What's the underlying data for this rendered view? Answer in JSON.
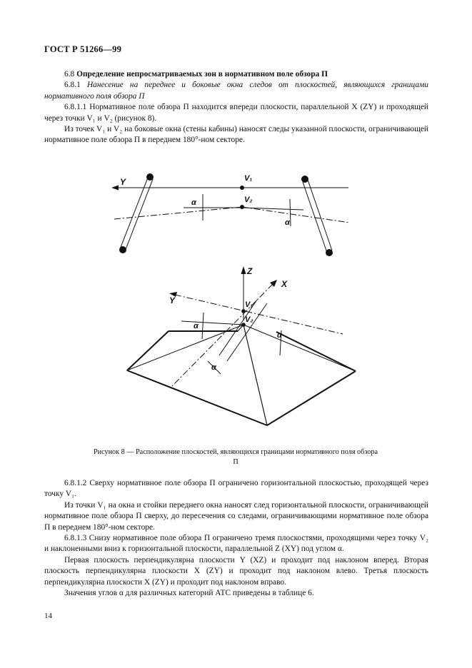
{
  "header": {
    "standard_id": "ГОСТ Р 51266—99"
  },
  "section": {
    "number": "6.8",
    "title": "Определение непросматриваемых зон в нормативном поле обзора П"
  },
  "p_6_8_1": {
    "number": "6.8.1",
    "text": "Нанесение на переднее и боковые окна следов от плоскостей, являющихся границами нормативного поля обзора П"
  },
  "p_6_8_1_1": {
    "text": "6.8.1.1 Нормативное поле обзора П находится впереди плоскости, параллельной X (ZY) и проходящей через точки V₁ и V₂ (рисунок 8)."
  },
  "p_from_points": {
    "text": "Из точек V₁ и V₂ на боковые окна (стены кабины) наносят следы указанной плоскости, ограничивающей нормативное поле обзора П в переднем 180°-ном секторе."
  },
  "figure": {
    "labels": {
      "y": "Y",
      "x": "X",
      "z": "Z",
      "v1": "V₁",
      "v2": "V₂",
      "alpha": "α"
    },
    "caption": "Рисунок 8 — Расположение плоскостей, являющихся границами нормативного поля обзора П"
  },
  "p_6_8_1_2": {
    "text": "6.8.1.2 Сверху нормативное поле обзора П ограничено горизонтальной плоскостью, проходящей через точку V₁."
  },
  "p_upper": {
    "text": "Из точки V₁ на окна и стойки переднего окна наносят след горизонтальной плоскости, ограничивающей нормативное поле обзора П сверху, до пересечения со следами, ограничивающими нормативное поле обзора П в переднем 180°-ном секторе."
  },
  "p_6_8_1_3": {
    "text": "6.8.1.3 Снизу нормативное поле обзора П ограничено тремя плоскостями, проходящими через точку V₂ и наклоненными вниз к горизонтальной плоскости, параллельной Z (XY) под углом α."
  },
  "p_planes": {
    "text": "Первая плоскость перпендикулярна плоскости Y (XZ) и проходит под наклоном вперед. Вторая плоскость перпендикулярна плоскости X (ZY) и проходит под наклоном влево. Третья плоскость перпендикулярна плоскости X (ZY) и проходит под наклоном вправо."
  },
  "p_values": {
    "text": "Значения углов α для различных категорий АТС приведены в таблице 6."
  },
  "footer": {
    "page_number": "14"
  }
}
